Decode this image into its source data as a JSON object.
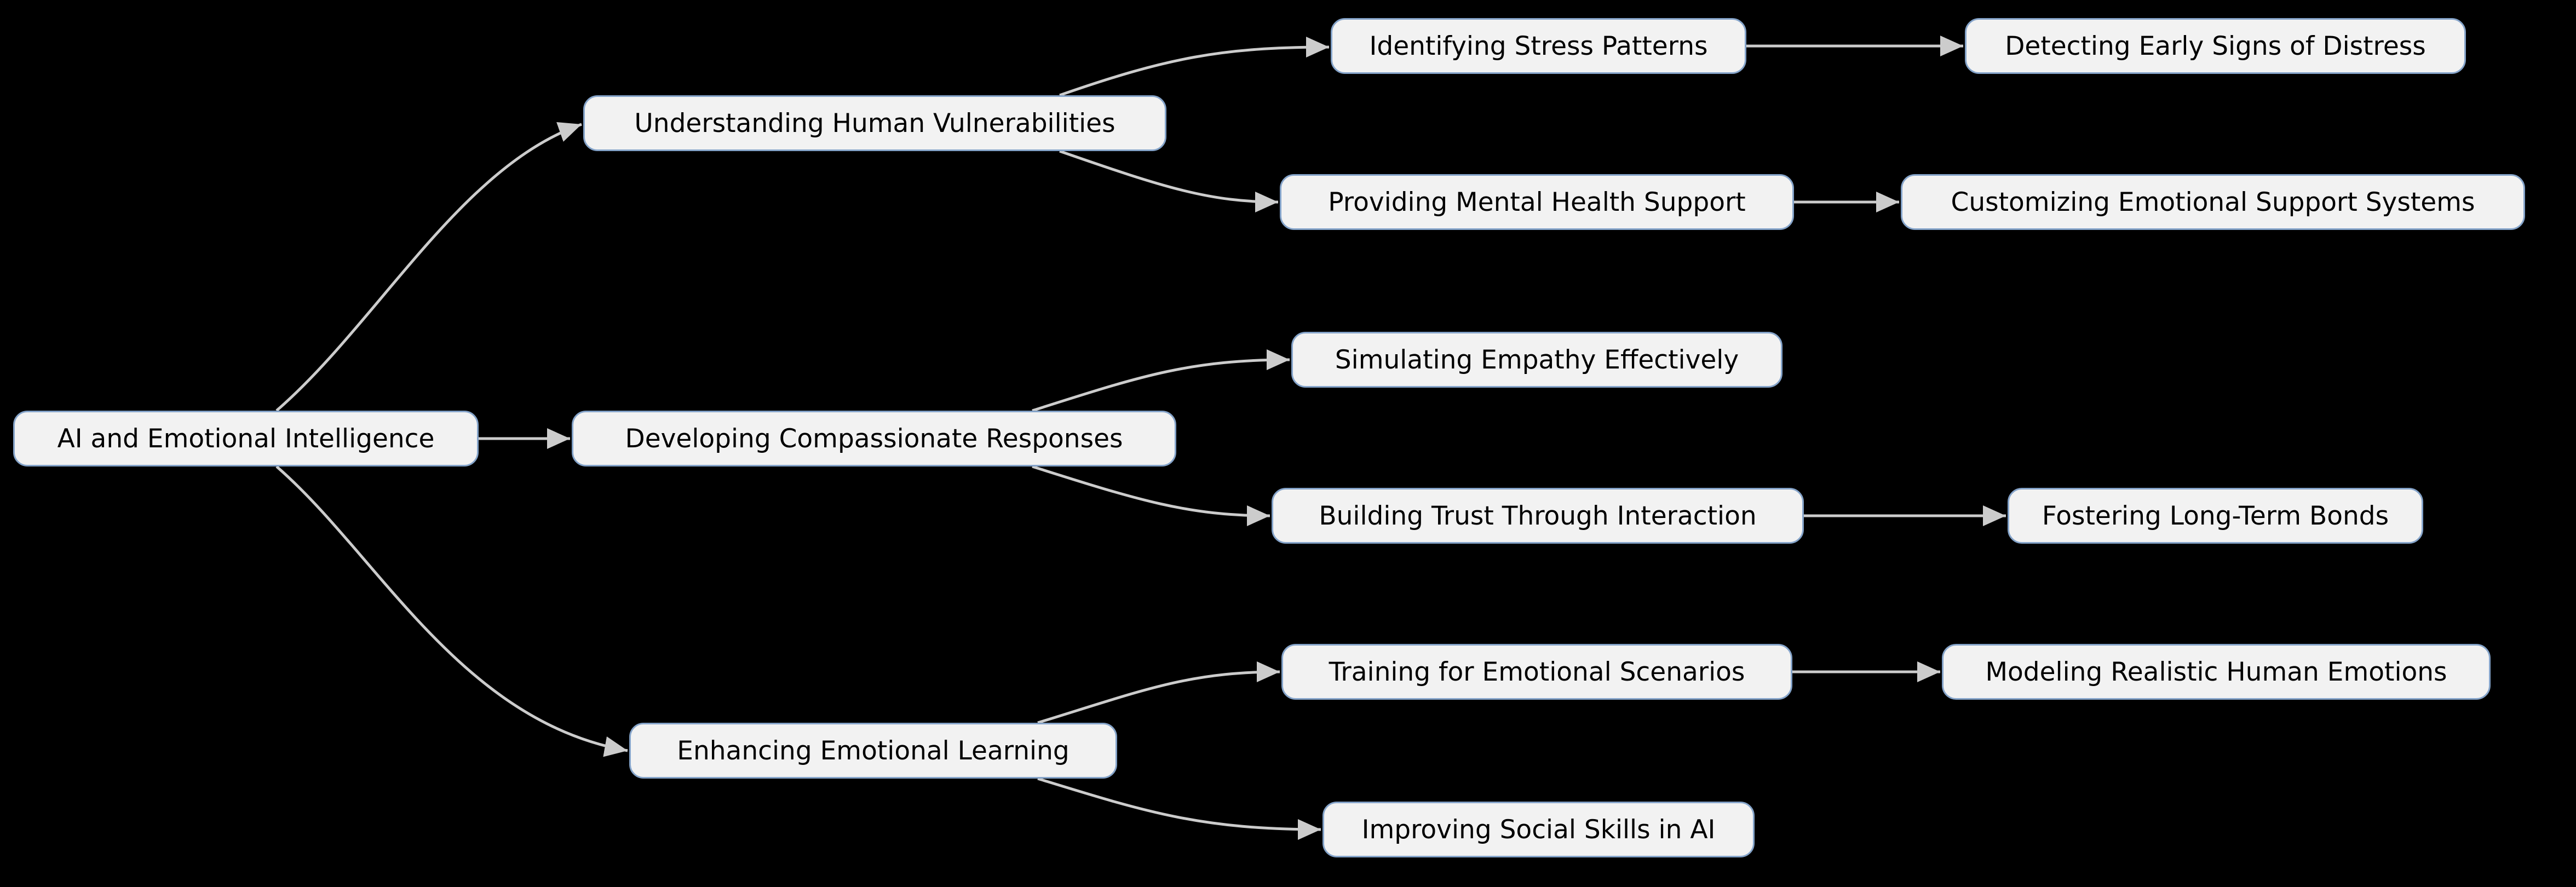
{
  "diagram": {
    "type": "flowchart-mindmap",
    "direction": "left-to-right",
    "colors": {
      "background": "#000000",
      "node_fill": "#f2f2f2",
      "node_border": "#84a3c9",
      "edge_color": "#cccccc",
      "text_color": "#000000"
    },
    "root": {
      "label": "AI and Emotional Intelligence"
    },
    "branches": [
      {
        "label": "Understanding Human Vulnerabilities",
        "children": [
          {
            "label": "Identifying Stress Patterns",
            "children": [
              {
                "label": "Detecting Early Signs of Distress"
              }
            ]
          },
          {
            "label": "Providing Mental Health Support",
            "children": [
              {
                "label": "Customizing Emotional Support Systems"
              }
            ]
          }
        ]
      },
      {
        "label": "Developing Compassionate Responses",
        "children": [
          {
            "label": "Simulating Empathy Effectively",
            "children": []
          },
          {
            "label": "Building Trust Through Interaction",
            "children": [
              {
                "label": "Fostering Long-Term Bonds"
              }
            ]
          }
        ]
      },
      {
        "label": "Enhancing Emotional Learning",
        "children": [
          {
            "label": "Training for Emotional Scenarios",
            "children": [
              {
                "label": "Modeling Realistic Human Emotions"
              }
            ]
          },
          {
            "label": "Improving Social Skills in AI",
            "children": []
          }
        ]
      }
    ]
  }
}
